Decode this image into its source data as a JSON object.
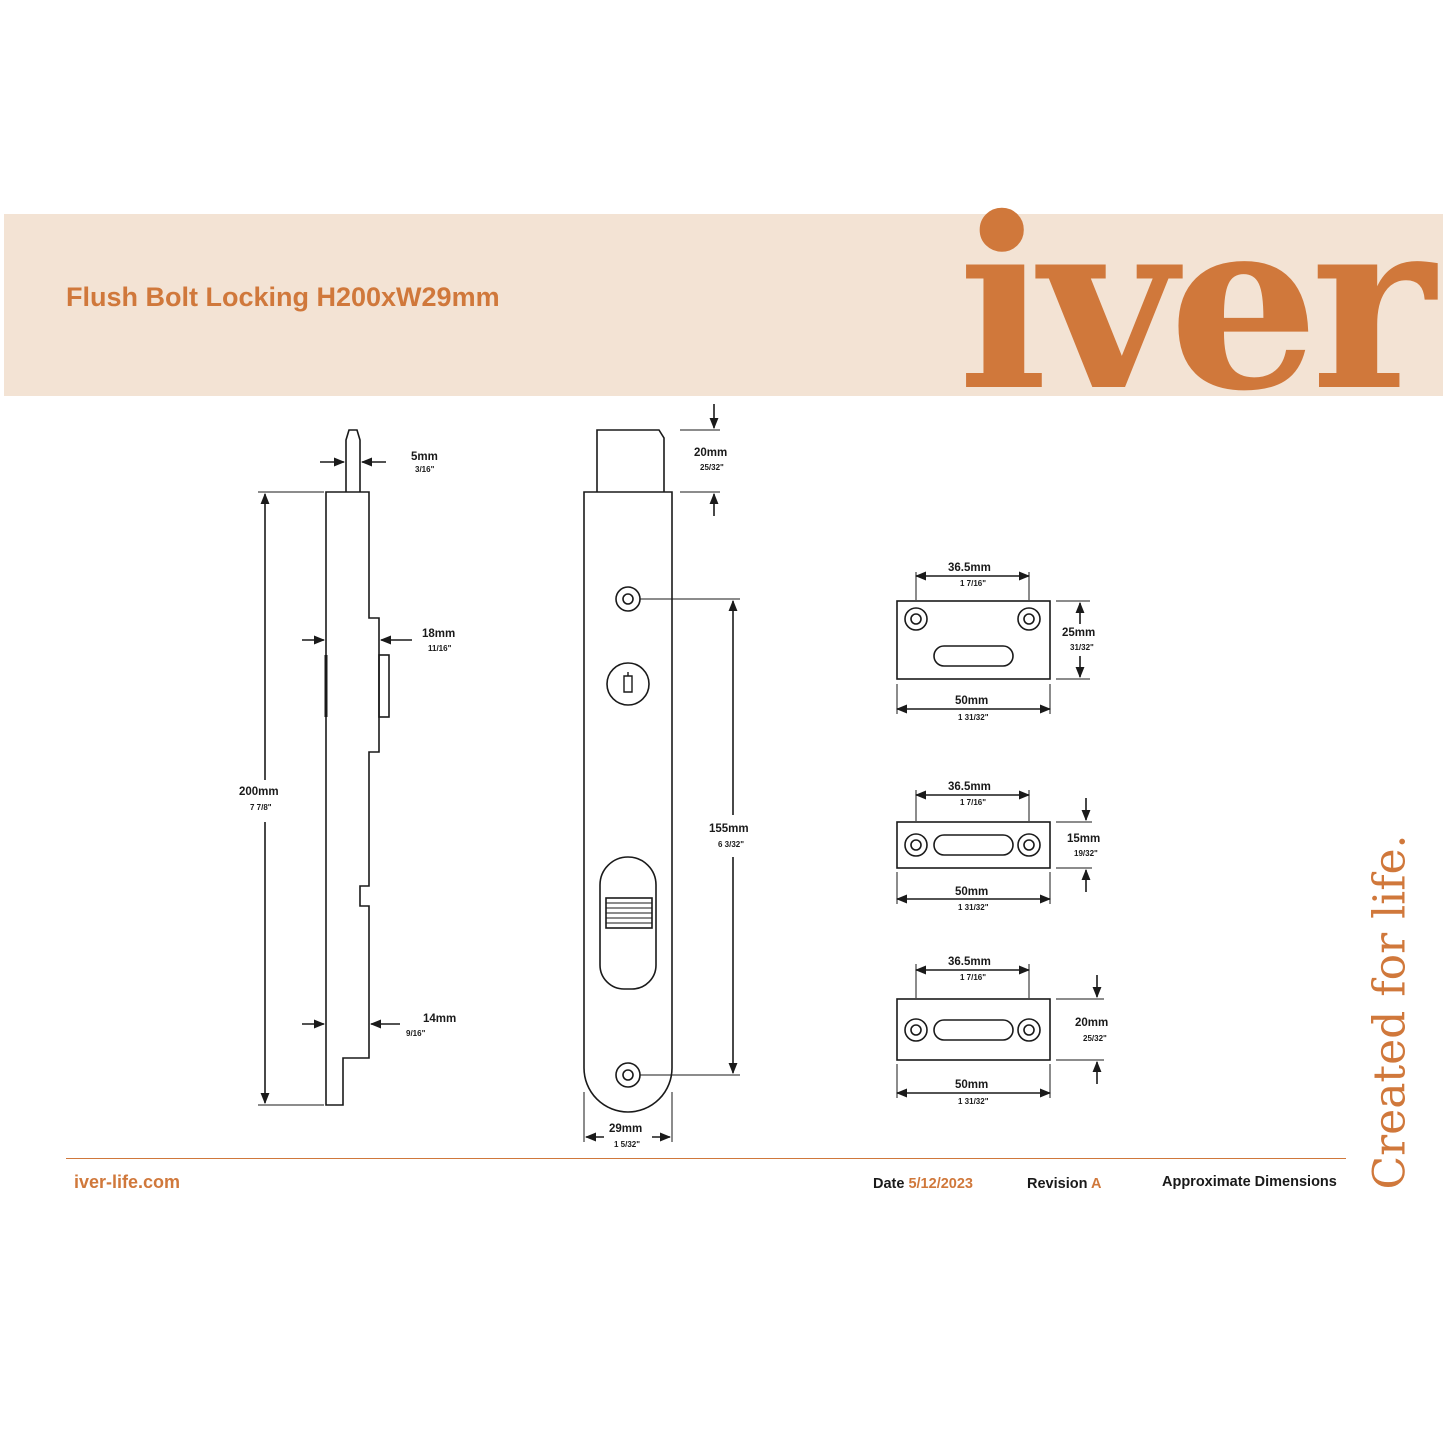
{
  "header": {
    "title": "Flush Bolt Locking H200xW29mm",
    "logo_text": "iver",
    "tagline": "Created for life."
  },
  "footer": {
    "website": "iver-life.com",
    "date_label": "Date",
    "date_value": "5/12/2023",
    "revision_label": "Revision",
    "revision_value": "A",
    "note": "Approximate Dimensions"
  },
  "dimensions": {
    "bolt_width": {
      "mm": "5mm",
      "inch": "3/16\""
    },
    "total_height": {
      "mm": "200mm",
      "inch": "7 7/8\""
    },
    "body_depth": {
      "mm": "18mm",
      "inch": "11/16\""
    },
    "lower_depth": {
      "mm": "14mm",
      "inch": "9/16\""
    },
    "bolt_throw": {
      "mm": "20mm",
      "inch": "25/32\""
    },
    "hole_centres": {
      "mm": "155mm",
      "inch": "6 3/32\""
    },
    "face_width": {
      "mm": "29mm",
      "inch": "1 5/32\""
    },
    "keeper_1": {
      "hole_centres": "36.5mm",
      "hole_centres_in": "1 7/16\"",
      "height": "25mm",
      "height_in": "31/32\"",
      "width": "50mm",
      "width_in": "1 31/32\""
    },
    "keeper_2": {
      "hole_centres": "36.5mm",
      "hole_centres_in": "1 7/16\"",
      "height": "15mm",
      "height_in": "19/32\"",
      "width": "50mm",
      "width_in": "1 31/32\""
    },
    "keeper_3": {
      "hole_centres": "36.5mm",
      "hole_centres_in": "1 7/16\"",
      "height": "20mm",
      "height_in": "25/32\"",
      "width": "50mm",
      "width_in": "1 31/32\""
    }
  },
  "colors": {
    "accent": "#d0783b",
    "banner": "#f3e3d4",
    "line": "#1a1a1a"
  }
}
